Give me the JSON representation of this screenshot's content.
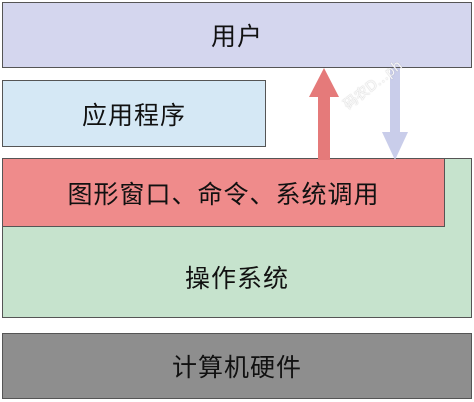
{
  "layers": {
    "user": "用户",
    "application": "应用程序",
    "interface": "图形窗口、命令、系统调用",
    "os": "操作系统",
    "hardware": "计算机硬件"
  },
  "watermark": "码农D...ph",
  "colors": {
    "user": "#d4d6ee",
    "application": "#d5e8f5",
    "interface": "#ef8b8b",
    "os": "#c6e3cd",
    "hardware": "#8e8e8e",
    "arrow_up": "#e57a7a",
    "arrow_down": "#c9cdea"
  },
  "icons": {
    "up_arrow": "up-arrow-icon",
    "down_arrow": "down-arrow-icon"
  }
}
